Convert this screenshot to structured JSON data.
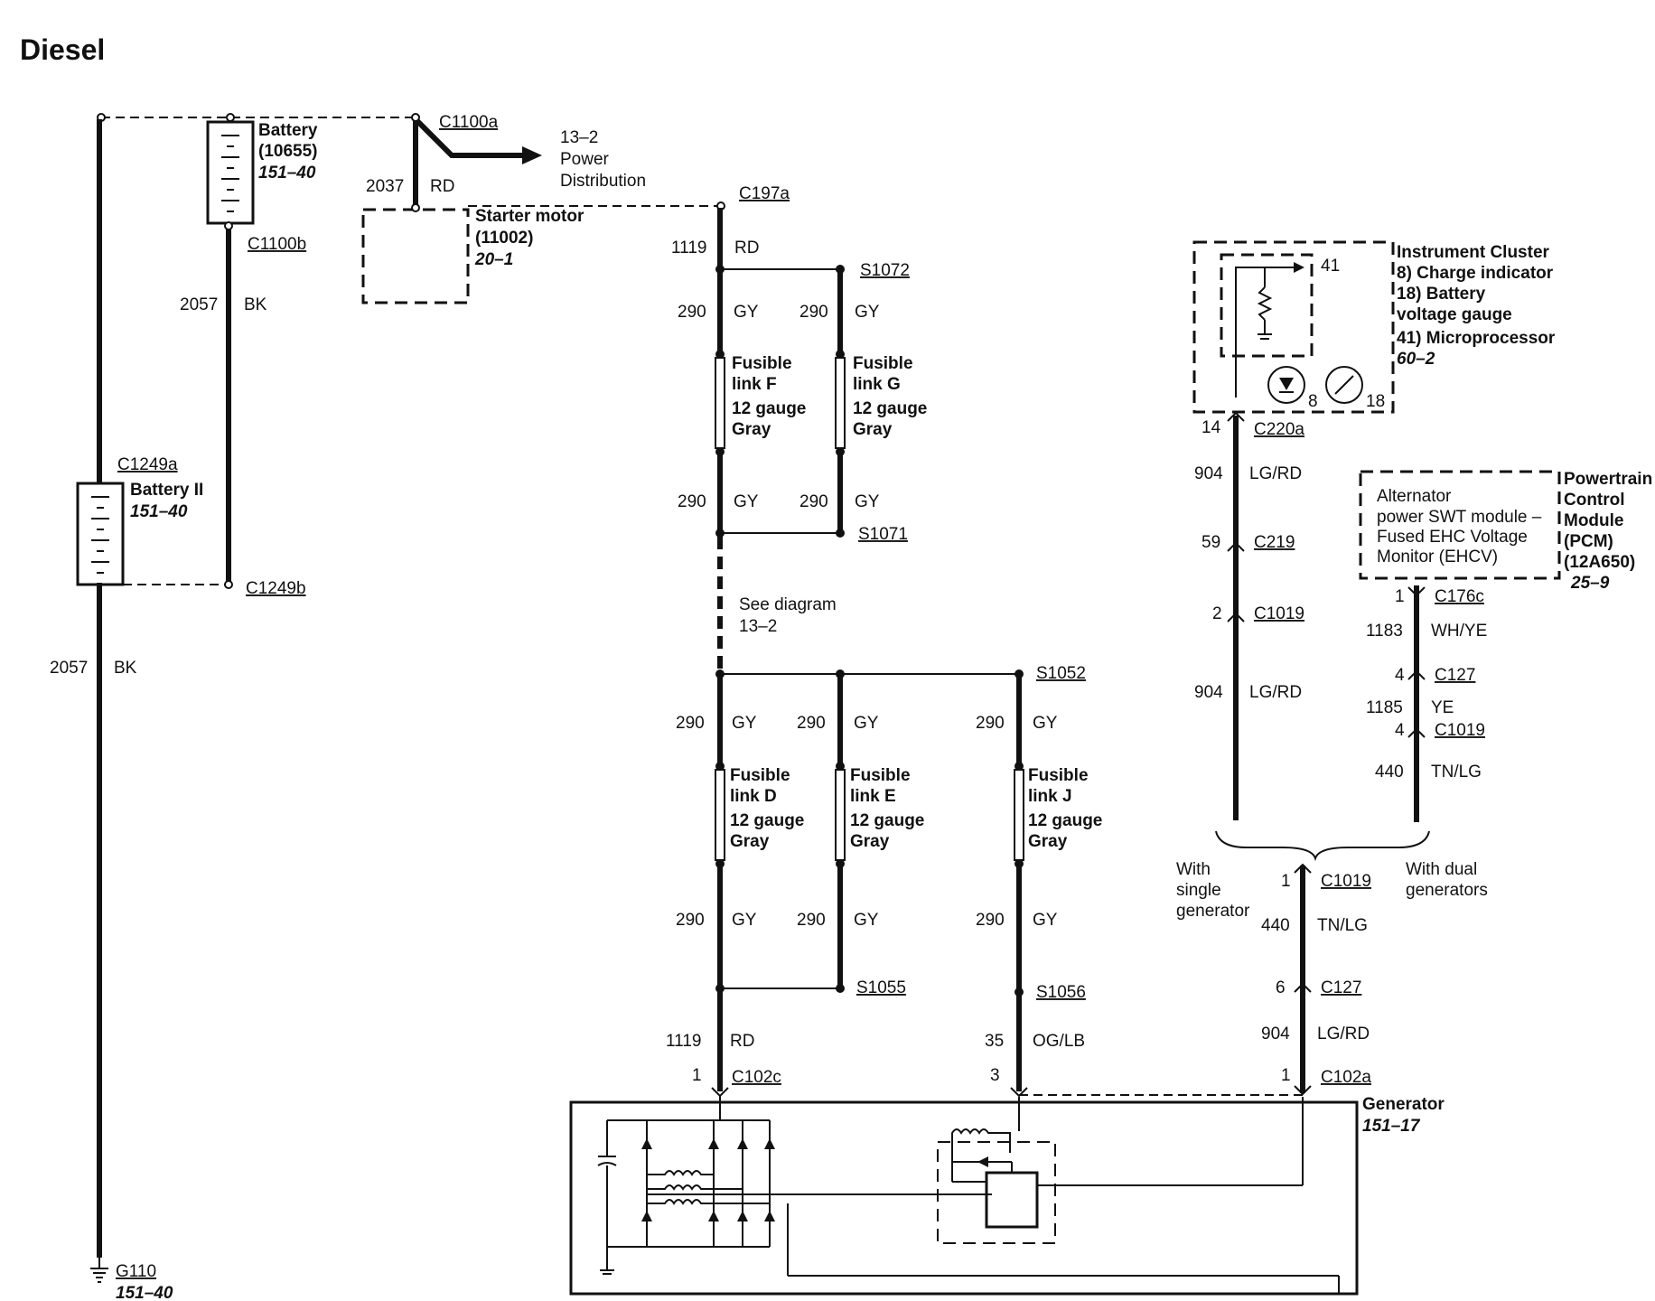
{
  "title": "Diesel",
  "battery": {
    "name": "Battery",
    "part": "(10655)",
    "ref": "151–40"
  },
  "battery2": {
    "name": "Battery II",
    "ref": "151–40"
  },
  "starter": {
    "name": "Starter motor",
    "part": "(11002)",
    "ref": "20–1"
  },
  "power_dist": {
    "page": "13–2",
    "line1": "Power",
    "line2": "Distribution"
  },
  "instrument_cluster": {
    "title": "Instrument Cluster",
    "item1": "8) Charge indicator",
    "item2a": "18) Battery",
    "item2b": "voltage gauge",
    "item3": "41) Microprocessor",
    "ref": "60–2",
    "pin41": "41",
    "pin8": "8",
    "pin18": "18"
  },
  "pcm": {
    "line1": "Powertrain",
    "line2": "Control",
    "line3": "Module",
    "line4": "(PCM)",
    "line5": "(12A650)",
    "ref": "25–9",
    "inner1": "Alternator",
    "inner2": "power SWT module –",
    "inner3": "Fused EHC Voltage",
    "inner4": "Monitor (EHCV)"
  },
  "generator": {
    "name": "Generator",
    "ref": "151–17"
  },
  "ground": {
    "name": "G110",
    "ref": "151–40"
  },
  "see_diagram": {
    "line1": "See diagram",
    "line2": "13–2"
  },
  "with_single": {
    "line1": "With",
    "line2": "single",
    "line3": "generator"
  },
  "with_dual": {
    "line1": "With dual",
    "line2": "generators"
  },
  "connectors": {
    "c1100a": "C1100a",
    "c1100b": "C1100b",
    "c1249a": "C1249a",
    "c1249b": "C1249b",
    "c197a": "C197a",
    "s1072": "S1072",
    "s1071": "S1071",
    "s1052": "S1052",
    "s1055": "S1055",
    "s1056": "S1056",
    "c102c": "C102c",
    "c102a": "C102a",
    "c220a": "C220a",
    "c219": "C219",
    "c1019a": "C1019",
    "c176c": "C176c",
    "c127a": "C127",
    "c1019b": "C1019",
    "c1019c": "C1019",
    "c127b": "C127"
  },
  "fuses": {
    "f": {
      "line1": "Fusible",
      "line2": "link F",
      "line3": "12 gauge",
      "line4": "Gray"
    },
    "g": {
      "line1": "Fusible",
      "line2": "link G",
      "line3": "12 gauge",
      "line4": "Gray"
    },
    "d": {
      "line1": "Fusible",
      "line2": "link D",
      "line3": "12 gauge",
      "line4": "Gray"
    },
    "e": {
      "line1": "Fusible",
      "line2": "link E",
      "line3": "12 gauge",
      "line4": "Gray"
    },
    "j": {
      "line1": "Fusible",
      "line2": "link J",
      "line3": "12 gauge",
      "line4": "Gray"
    }
  },
  "wire_labels": {
    "w2057a_n": "2057",
    "w2057a_c": "BK",
    "w2057b_n": "2057",
    "w2057b_c": "BK",
    "w2037_n": "2037",
    "w2037_c": "RD",
    "w1119a_n": "1119",
    "w1119a_c": "RD",
    "f_top_n": "290",
    "f_top_c": "GY",
    "g_top_n": "290",
    "g_top_c": "GY",
    "f_bot_n": "290",
    "f_bot_c": "GY",
    "g_bot_n": "290",
    "g_bot_c": "GY",
    "d_top_n": "290",
    "d_top_c": "GY",
    "e_top_n": "290",
    "e_top_c": "GY",
    "j_top_n": "290",
    "j_top_c": "GY",
    "d_bot_n": "290",
    "d_bot_c": "GY",
    "e_bot_n": "290",
    "e_bot_c": "GY",
    "j_bot_n": "290",
    "j_bot_c": "GY",
    "w1119b_n": "1119",
    "w1119b_c": "RD",
    "w35_n": "35",
    "w35_c": "OG/LB",
    "w904a_n": "904",
    "w904a_c": "LG/RD",
    "w904b_n": "904",
    "w904b_c": "LG/RD",
    "w1183_n": "1183",
    "w1183_c": "WH/YE",
    "w1185_n": "1185",
    "w1185_c": "YE",
    "w440a_n": "440",
    "w440a_c": "TN/LG",
    "w440b_n": "440",
    "w440b_c": "TN/LG",
    "w904c_n": "904",
    "w904c_c": "LG/RD"
  },
  "pins": {
    "p14": "14",
    "p59": "59",
    "p2": "2",
    "p1_176c": "1",
    "p4_127": "4",
    "p4_1019": "4",
    "p1_1019": "1",
    "p6_127": "6",
    "p1_102a": "1",
    "p1_102c": "1",
    "p3_102c": "3"
  }
}
